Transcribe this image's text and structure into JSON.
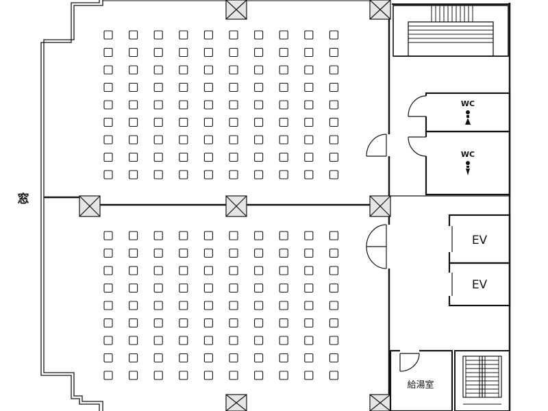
{
  "labels": {
    "window": "窓",
    "wc_men": "WC",
    "wc_women": "WC",
    "ev_1": "EV",
    "ev_2": "EV",
    "pantry": "給湯室"
  },
  "seating": {
    "upper_room": {
      "rows": 9,
      "cols": 10
    },
    "lower_room": {
      "rows": 9,
      "cols": 10
    }
  },
  "colors": {
    "line": "#111111",
    "background": "#ffffff"
  }
}
